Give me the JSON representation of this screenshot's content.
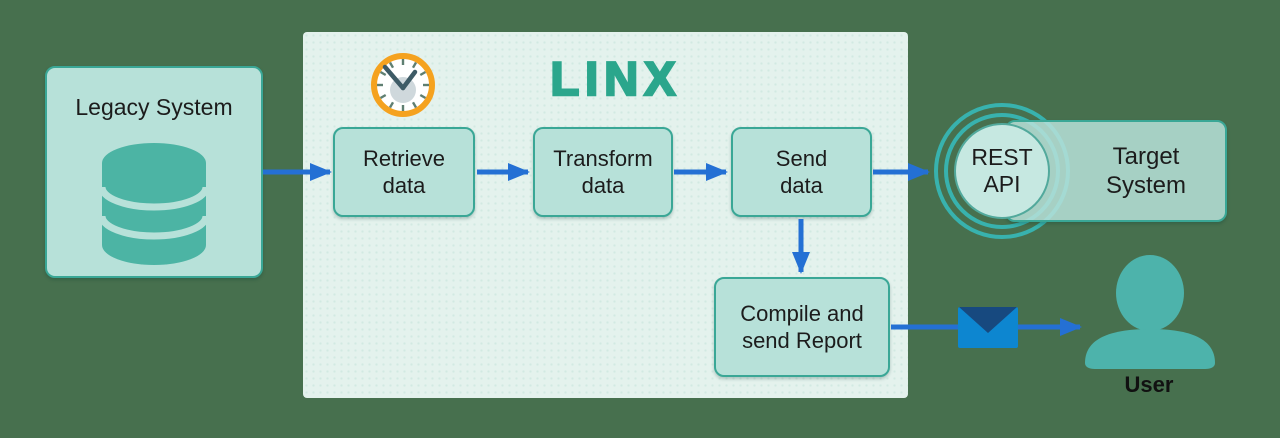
{
  "brand": {
    "logo": "LINX"
  },
  "flow": {
    "source": {
      "label": "Legacy System",
      "icon": "database-icon"
    },
    "steps": [
      {
        "line1": "Retrieve",
        "line2": "data"
      },
      {
        "line1": "Transform",
        "line2": "data"
      },
      {
        "line1": "Send",
        "line2": "data"
      },
      {
        "line1": "Compile and",
        "line2": "send Report"
      }
    ],
    "target": {
      "api_line1": "REST",
      "api_line2": "API",
      "system_line1": "Target",
      "system_line2": "System"
    },
    "user": {
      "label": "User",
      "icon": "user-icon"
    }
  },
  "icons": {
    "scheduler": "clock-icon",
    "source_database": "database-icon",
    "email": "envelope-icon",
    "recipient": "user-icon"
  },
  "colors": {
    "background": "#47704E",
    "panel": "#E4F2ED",
    "node_fill": "#B7E1D9",
    "node_border": "#3AA796",
    "arrow_blue": "#2470D4",
    "brand_teal": "#2BA68C",
    "icon_teal": "#4CB4A4",
    "ring_teal": "#38B2AE",
    "clock_ring_orange": "#F5A21F",
    "envelope_body": "#0D86D0",
    "envelope_flap": "#17497F",
    "text": "#1C1C1C"
  }
}
